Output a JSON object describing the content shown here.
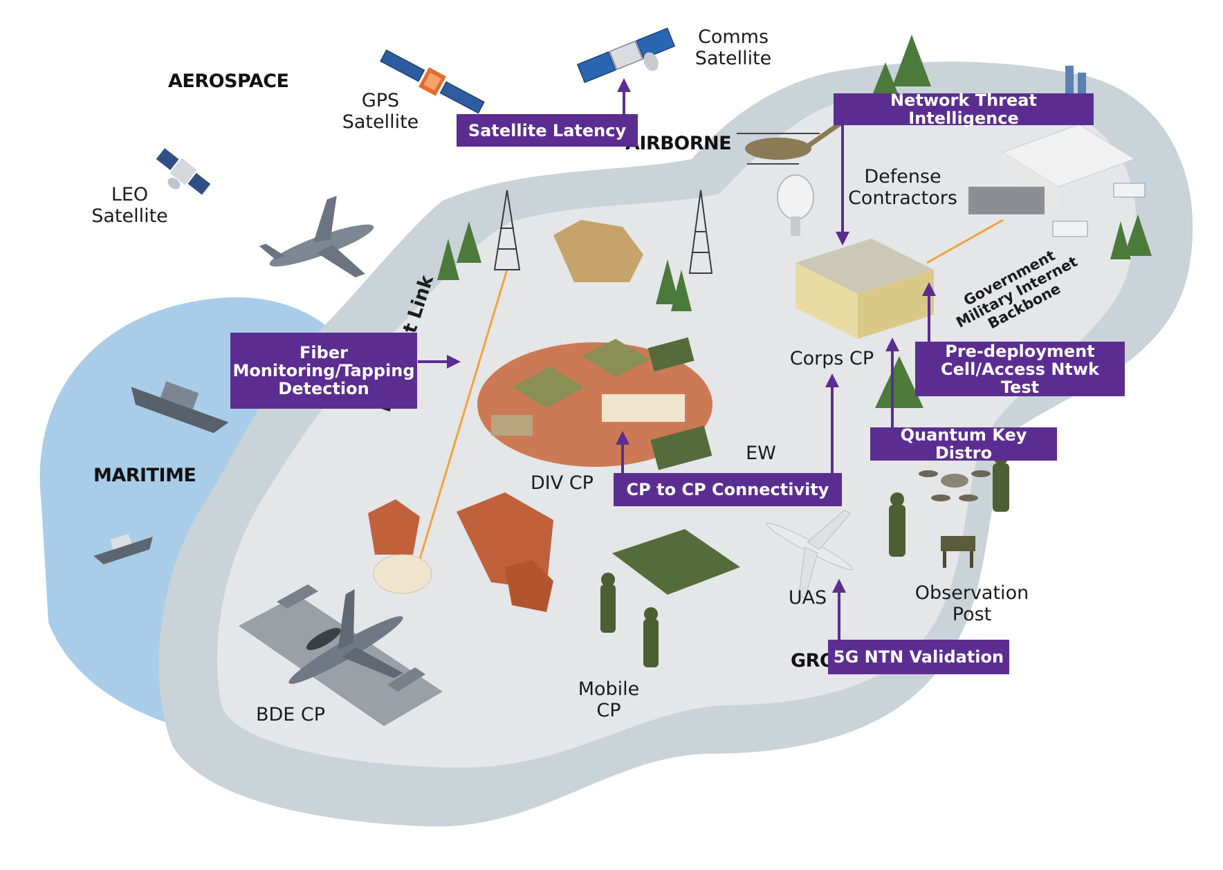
{
  "domains": {
    "aerospace": "AEROSPACE",
    "airborne": "AIRBORNE",
    "maritime": "MARITIME",
    "ground": "GROUND"
  },
  "labels": {
    "gps_satellite": "GPS\nSatellite",
    "comms_satellite": "Comms\nSatellite",
    "leo_satellite": "LEO\nSatellite",
    "defense_contractors": "Defense\nContractors",
    "corps_cp": "Corps CP",
    "div_cp": "DIV CP",
    "ew": "EW",
    "uas": "UAS",
    "observation_post": "Observation\nPost",
    "mobile_cp": "Mobile\nCP",
    "bde_cp": "BDE CP",
    "ethernet_link": "Ethernet Link",
    "backbone": "Government\nMilitary Internet\nBackbone"
  },
  "callouts": {
    "satellite_latency": "Satellite Latency",
    "network_threat_intelligence": "Network Threat Intelligence",
    "fiber_monitoring": "Fiber\nMonitoring/Tapping\nDetection",
    "pre_deployment": "Pre-deployment\nCell/Access Ntwk Test",
    "quantum_key_distro": "Quantum Key Distro",
    "cp_to_cp": "CP to CP Connectivity",
    "5g_ntn_validation": "5G NTN Validation"
  },
  "colors": {
    "callout": "#5b2d91",
    "land_outer": "#c9d3d8",
    "land_inner": "#e4e6e8",
    "water": "#a9cde8",
    "link": "#f2a33a"
  },
  "icons": [
    "satellite-icon",
    "airplane-icon",
    "helicopter-icon",
    "ship-icon",
    "tent-icon",
    "tank-icon",
    "drone-icon",
    "soldier-icon",
    "tree-icon",
    "tower-icon",
    "building-icon",
    "factory-icon",
    "truck-icon",
    "radar-dish-icon",
    "rock-icon"
  ]
}
